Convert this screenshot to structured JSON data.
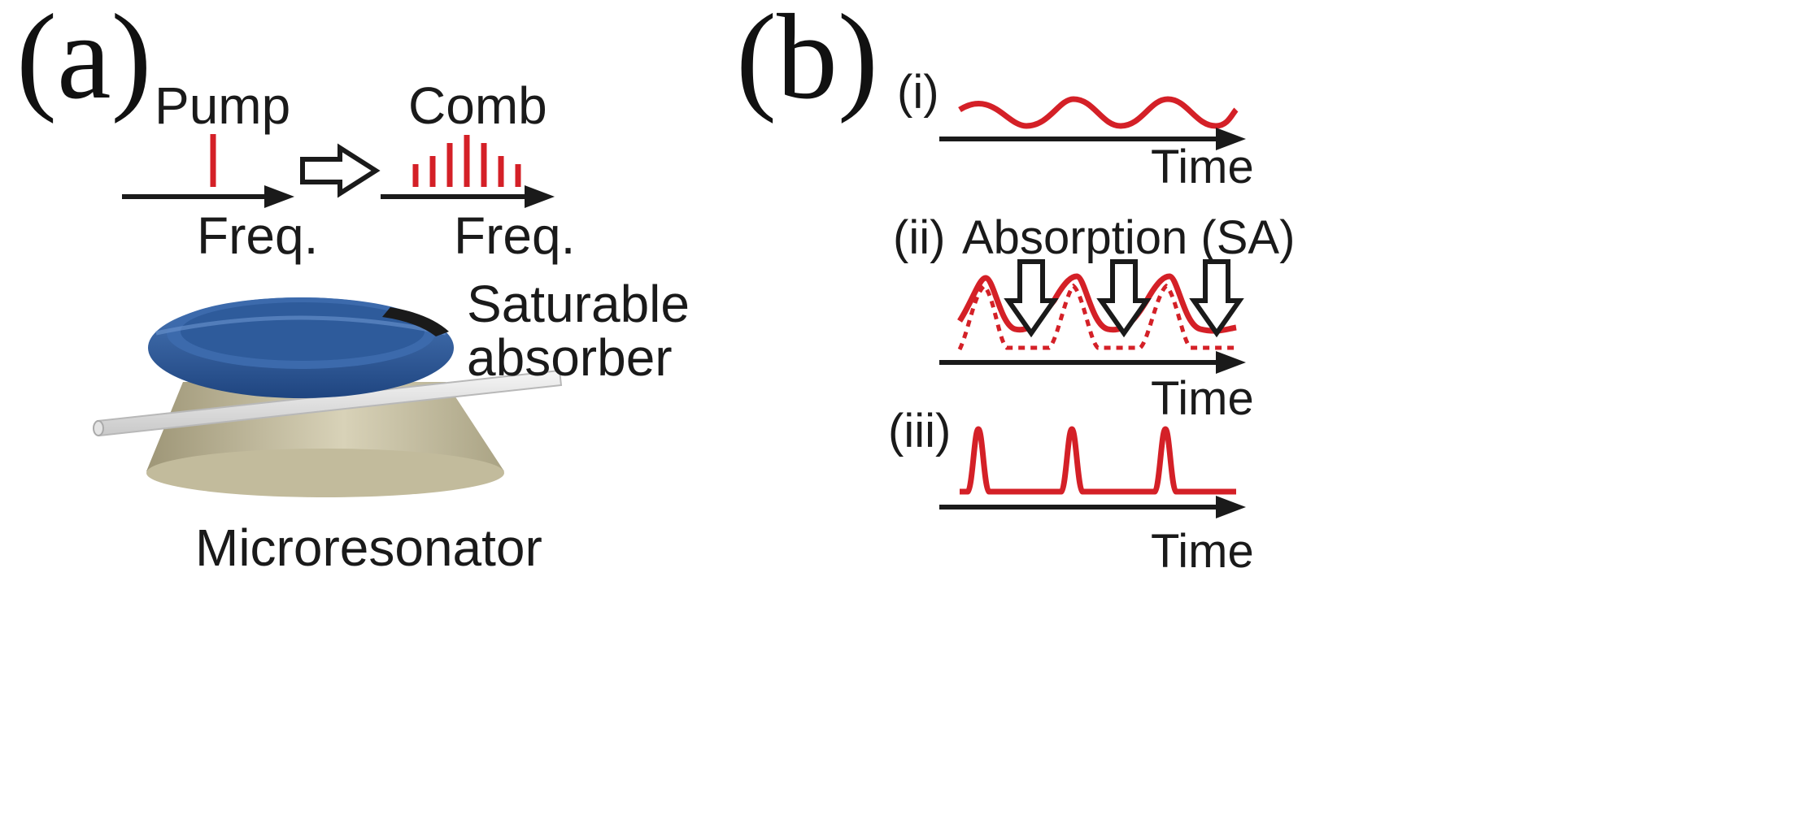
{
  "panel_a": {
    "label": "(a)",
    "pump_label": "Pump",
    "comb_label": "Comb",
    "freq_label_1": "Freq.",
    "freq_label_2": "Freq.",
    "absorber_label_line1": "Saturable",
    "absorber_label_line2": "absorber",
    "resonator_label": "Microresonator"
  },
  "panel_b": {
    "label": "(b)",
    "row_i": {
      "label": "(i)",
      "axis_label": "Time"
    },
    "row_ii": {
      "label": "(ii)",
      "title": "Absorption (SA)",
      "axis_label": "Time"
    },
    "row_iii": {
      "label": "(iii)",
      "axis_label": "Time"
    }
  },
  "colors": {
    "signal_red": "#d42027",
    "axis_black": "#1a1a1a",
    "ring_blue": "#2f5d9e",
    "cone_tan": "#c9c2a6"
  }
}
